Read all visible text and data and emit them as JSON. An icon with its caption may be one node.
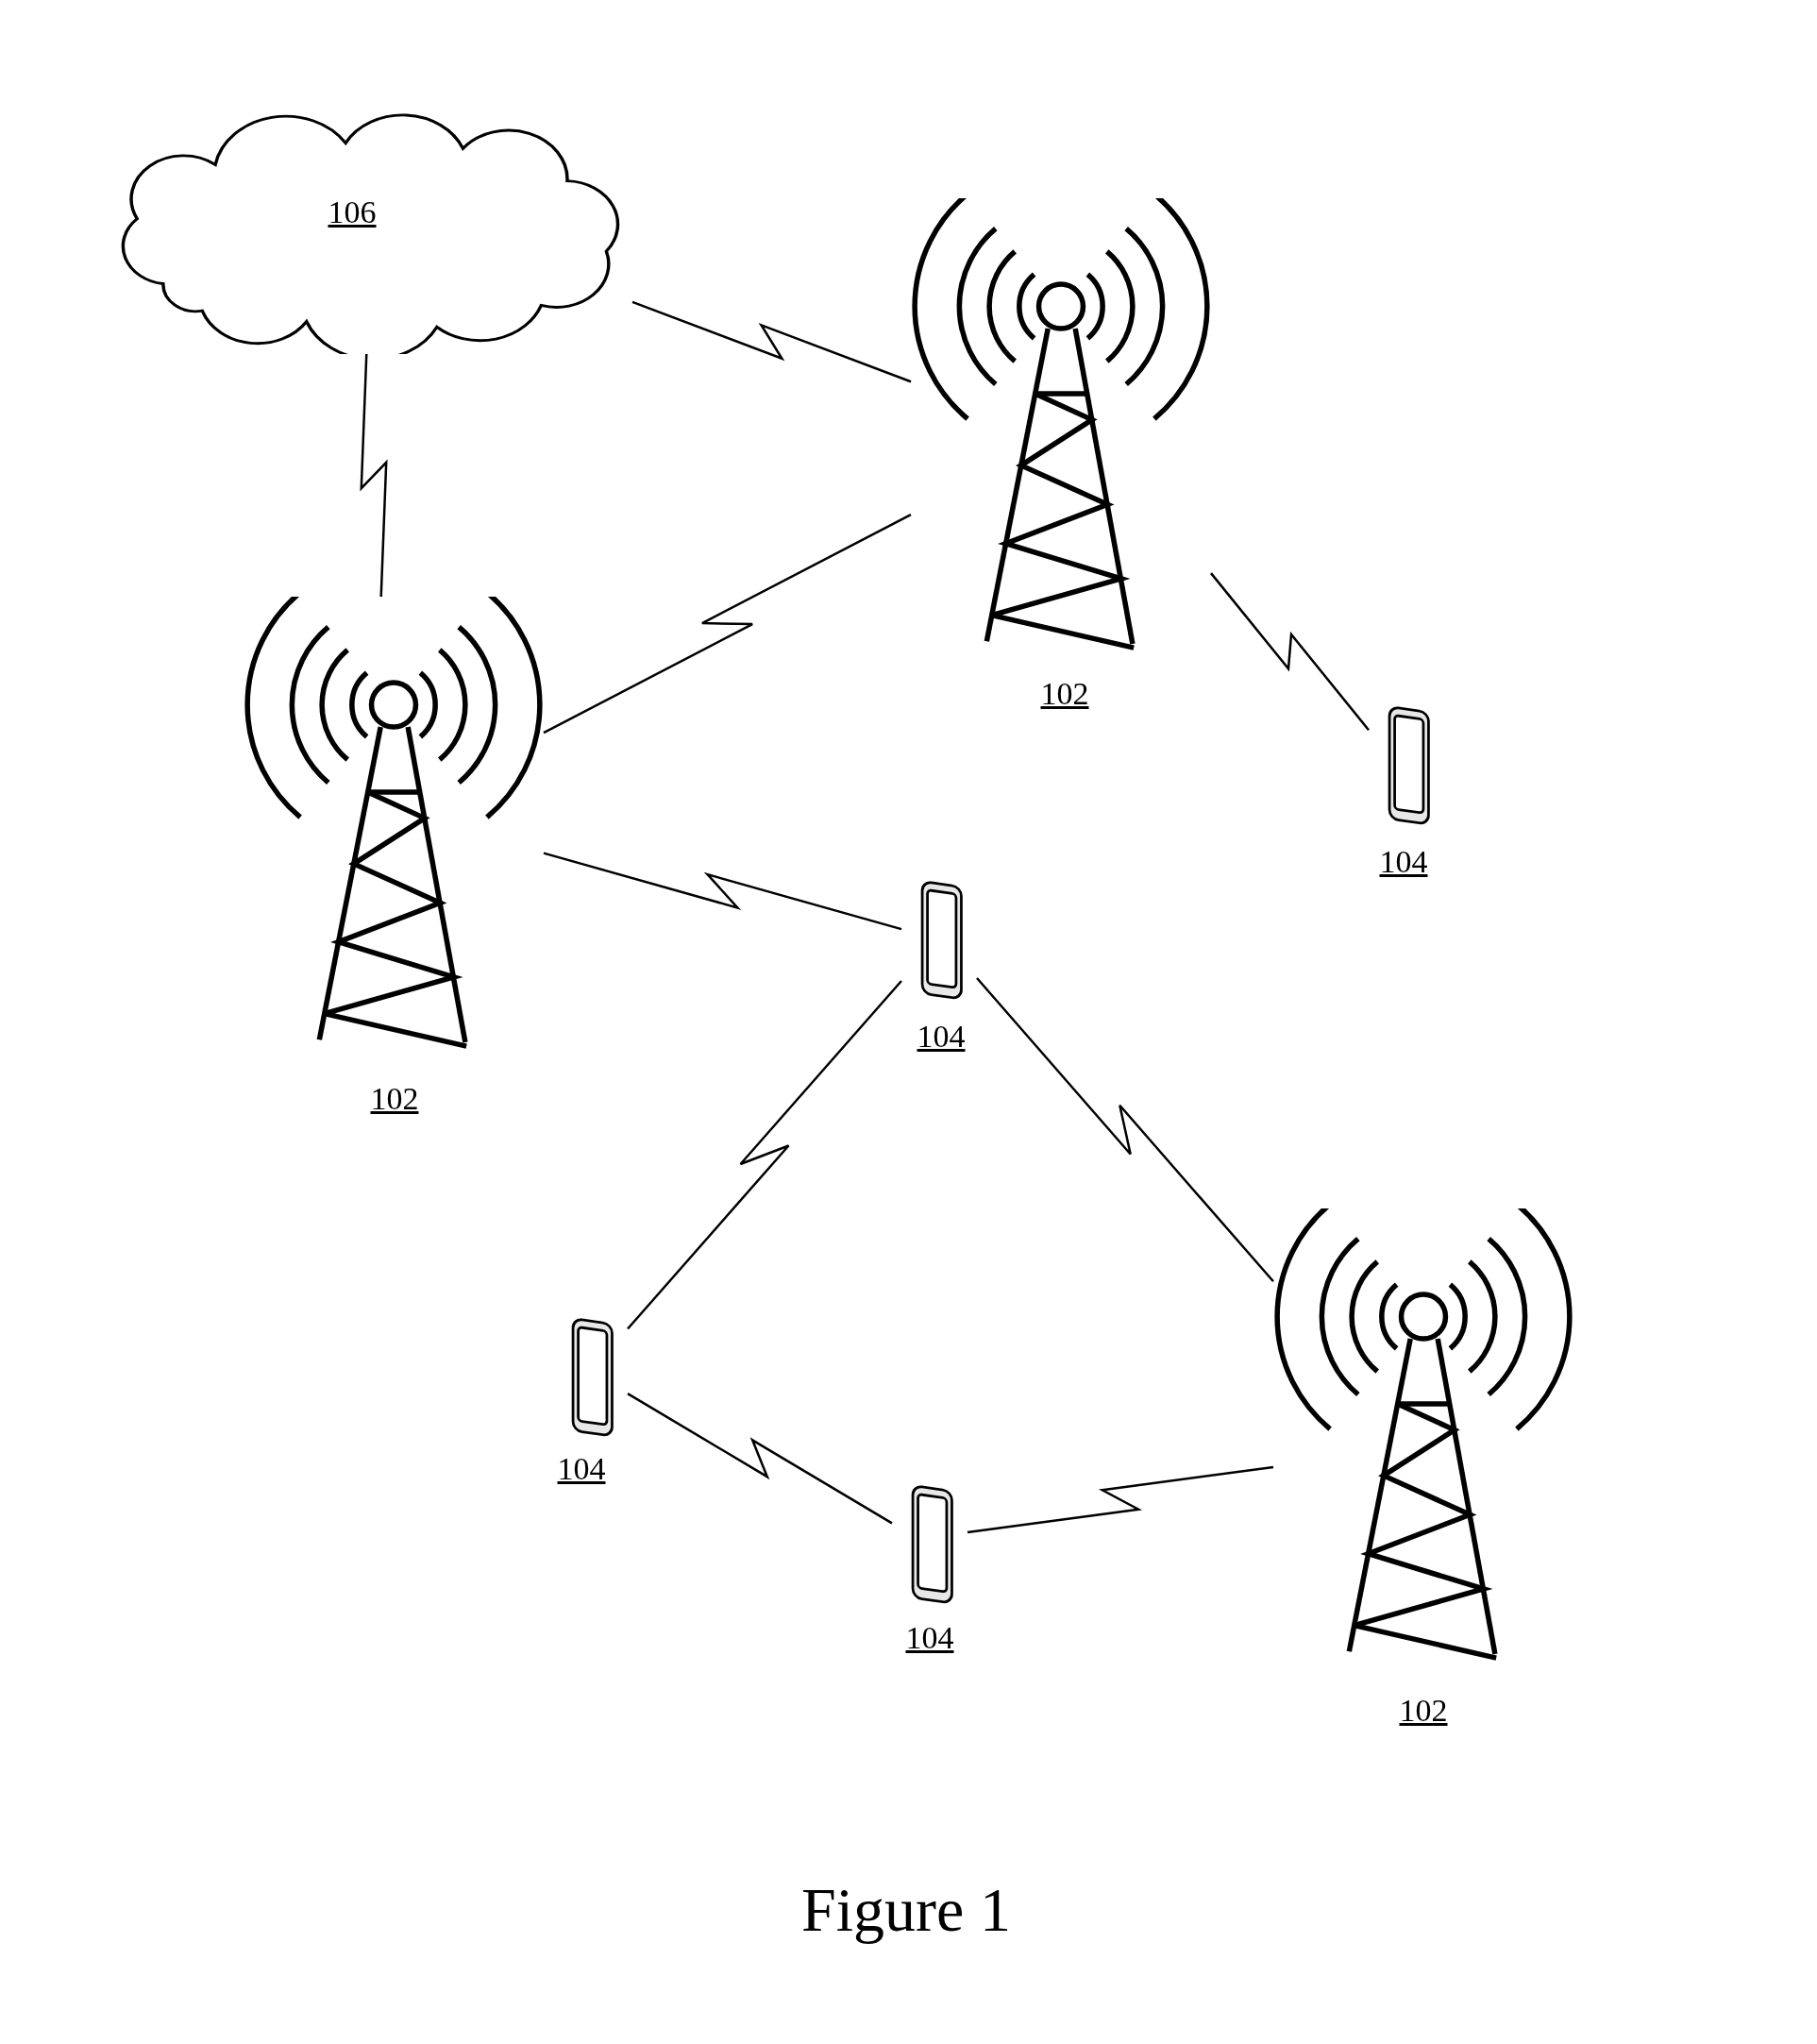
{
  "diagram": {
    "caption": "Figure 1",
    "nodes": [
      {
        "text": [
          "106"
        ]
      },
      {
        "text": [
          "102"
        ]
      },
      {
        "text": [
          "102"
        ]
      },
      {
        "text": [
          "104"
        ]
      },
      {
        "text": [
          "104"
        ]
      },
      {
        "text": [
          "102"
        ]
      },
      {
        "text": [
          "104"
        ]
      },
      {
        "text": [
          "104"
        ]
      }
    ],
    "edges": [
      {
        "from": 0,
        "to": 1,
        "arrow": "none"
      },
      {
        "from": 0,
        "to": 2,
        "arrow": "none"
      },
      {
        "from": 1,
        "to": 2,
        "arrow": "none"
      },
      {
        "from": 1,
        "to": 3,
        "arrow": "none"
      },
      {
        "from": 2,
        "to": 4,
        "arrow": "none"
      },
      {
        "from": 4,
        "to": 5,
        "arrow": "none"
      },
      {
        "from": 4,
        "to": 6,
        "arrow": "none"
      },
      {
        "from": 6,
        "to": 7,
        "arrow": "none"
      },
      {
        "from": 7,
        "to": 5,
        "arrow": "none"
      }
    ]
  }
}
